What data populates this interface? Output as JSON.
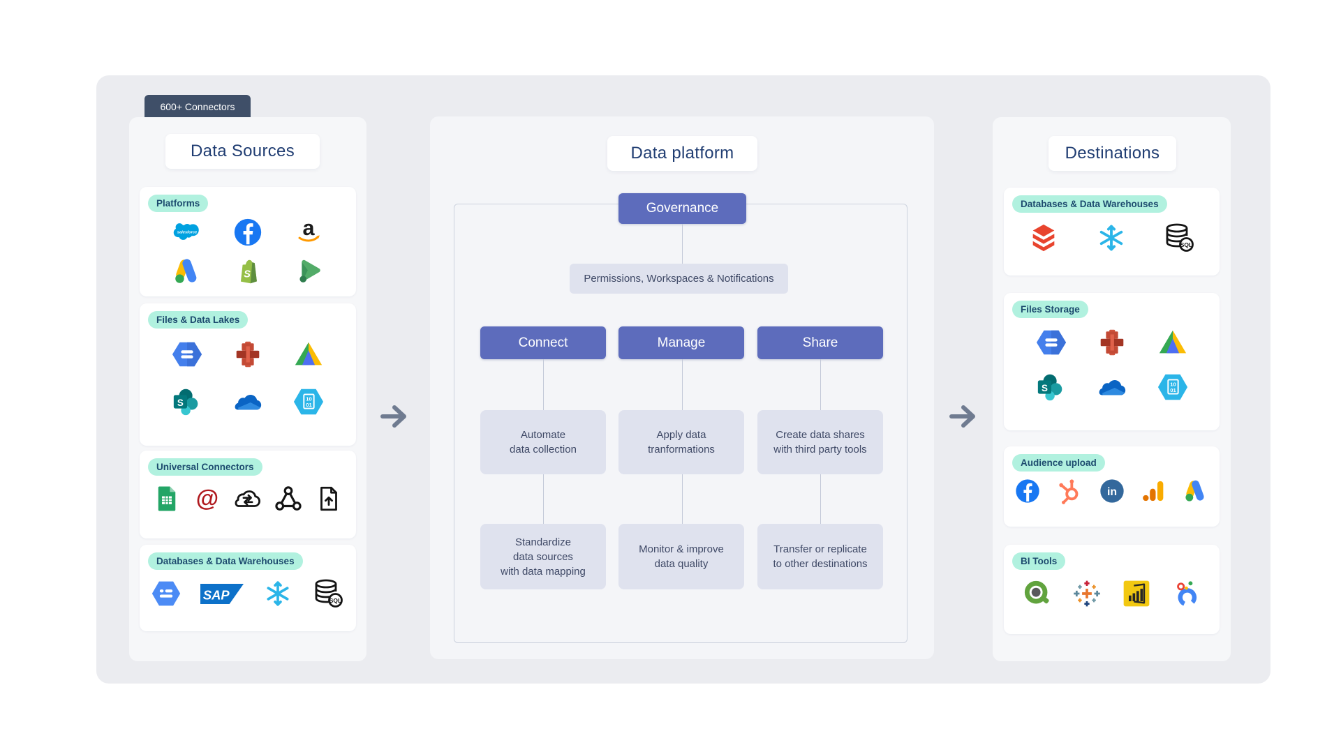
{
  "badge": {
    "label": "600+ Connectors"
  },
  "sources": {
    "title": "Data Sources",
    "groups": [
      {
        "label": "Platforms",
        "icons": [
          "salesforce",
          "facebook",
          "amazon",
          "google-ads",
          "shopify",
          "google-play"
        ]
      },
      {
        "label": "Files & Data Lakes",
        "icons": [
          "google-cloud-storage",
          "amazon-s3",
          "google-drive",
          "sharepoint",
          "onedrive",
          "azure-data-lake"
        ]
      },
      {
        "label": "Universal Connectors",
        "icons": [
          "google-sheets",
          "mailgun",
          "cloud-sync",
          "webhook",
          "file-upload"
        ]
      },
      {
        "label": "Databases & Data Warehouses",
        "icons": [
          "bigquery",
          "sap",
          "snowflake",
          "sql-database"
        ]
      }
    ]
  },
  "platform": {
    "title": "Data platform",
    "governance_label": "Governance",
    "permissions_label": "Permissions, Workspaces & Notifications",
    "columns": [
      {
        "header": "Connect",
        "box1": "Automate\ndata collection",
        "box2": "Standardize\ndata sources\nwith data mapping"
      },
      {
        "header": "Manage",
        "box1": "Apply data\ntranformations",
        "box2": "Monitor & improve\ndata quality"
      },
      {
        "header": "Share",
        "box1": "Create data shares\nwith third party tools",
        "box2": "Transfer or replicate\nto other destinations"
      }
    ]
  },
  "destinations": {
    "title": "Destinations",
    "groups": [
      {
        "label": "Databases & Data Warehouses",
        "icons": [
          "databricks",
          "snowflake",
          "sql-database"
        ]
      },
      {
        "label": "Files Storage",
        "icons": [
          "google-cloud-storage",
          "amazon-s3",
          "google-drive",
          "sharepoint",
          "onedrive",
          "azure-data-lake"
        ]
      },
      {
        "label": "Audience upload",
        "icons": [
          "facebook",
          "hubspot",
          "linkedin",
          "google-analytics",
          "google-ads"
        ]
      },
      {
        "label": "BI Tools",
        "icons": [
          "qlik",
          "tableau",
          "power-bi",
          "looker"
        ]
      }
    ]
  },
  "colors": {
    "accent_indigo": "#5d6cbc",
    "mint_badge": "#b1f1df",
    "dark_tab": "#3f4f68",
    "light_box": "#dfe2ee",
    "title_text": "#203d72",
    "box_text": "#3f4966",
    "arrow": "#6f7b90"
  }
}
